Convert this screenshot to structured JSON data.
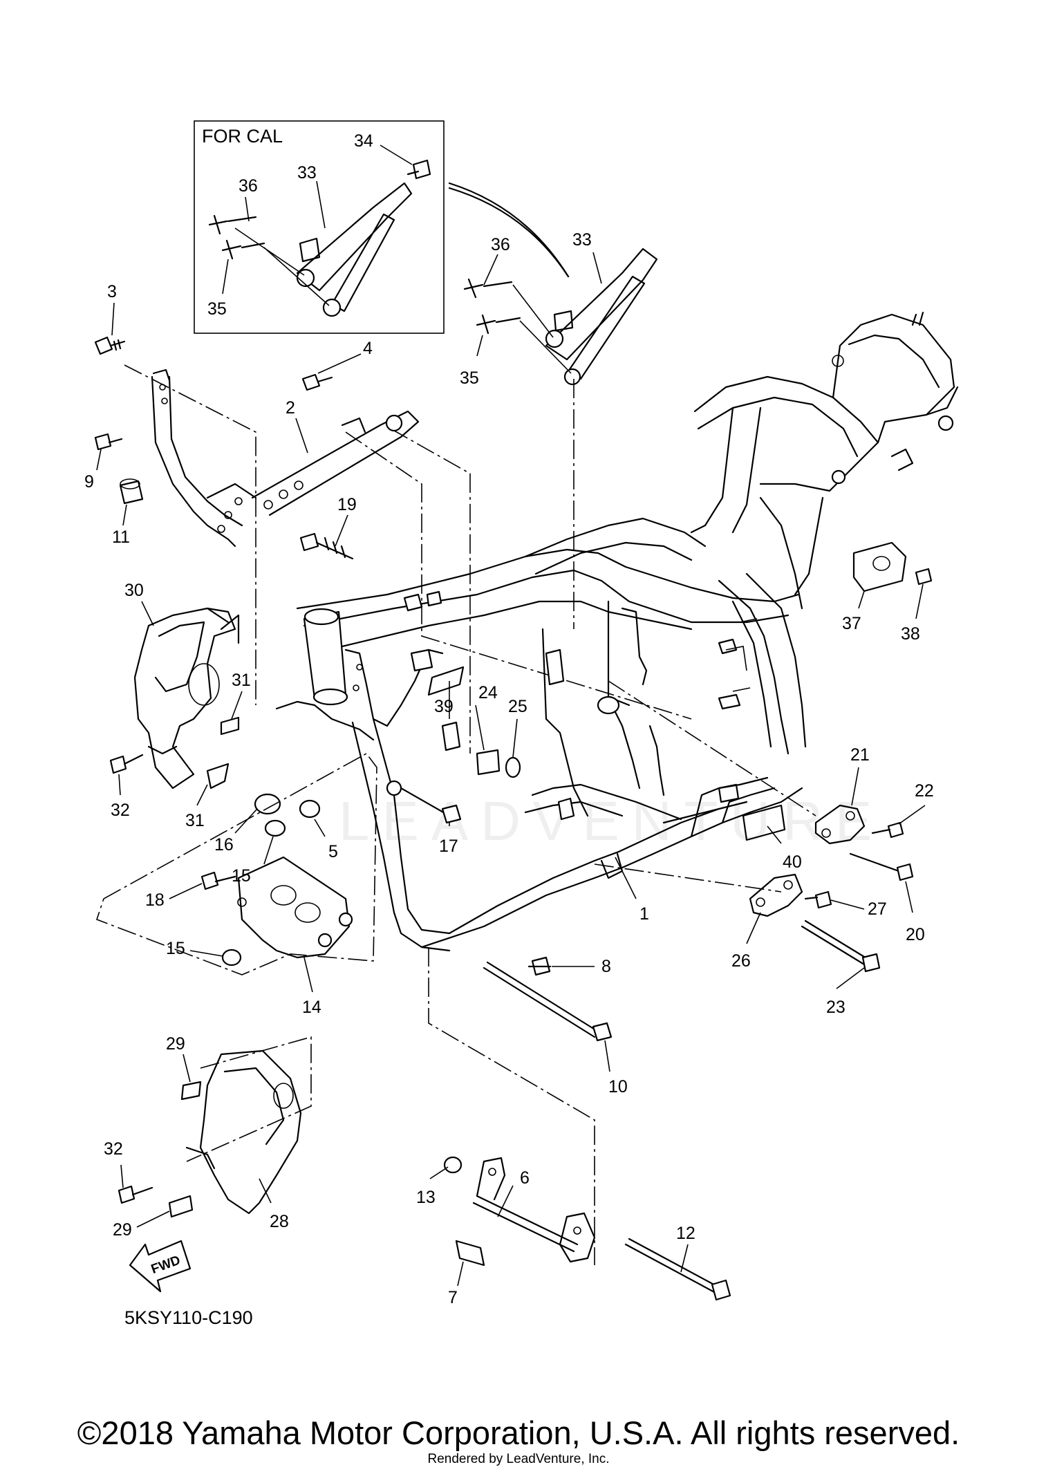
{
  "diagram": {
    "inset_title": "FOR CAL",
    "diagram_code": "5KSY110-C190",
    "fwd_label": "FWD",
    "watermark": "LEADVENTURE"
  },
  "callouts": [
    "1",
    "2",
    "3",
    "4",
    "5",
    "6",
    "7",
    "8",
    "9",
    "10",
    "11",
    "12",
    "13",
    "14",
    "15",
    "15",
    "16",
    "17",
    "18",
    "19",
    "20",
    "21",
    "22",
    "23",
    "24",
    "25",
    "26",
    "27",
    "28",
    "29",
    "29",
    "30",
    "31",
    "31",
    "32",
    "32",
    "33",
    "33",
    "34",
    "35",
    "35",
    "36",
    "36",
    "37",
    "38",
    "39",
    "40"
  ],
  "footer": {
    "copyright": "©2018 Yamaha Motor Corporation, U.S.A. All rights reserved.",
    "rendered_by": "Rendered by LeadVenture, Inc."
  }
}
